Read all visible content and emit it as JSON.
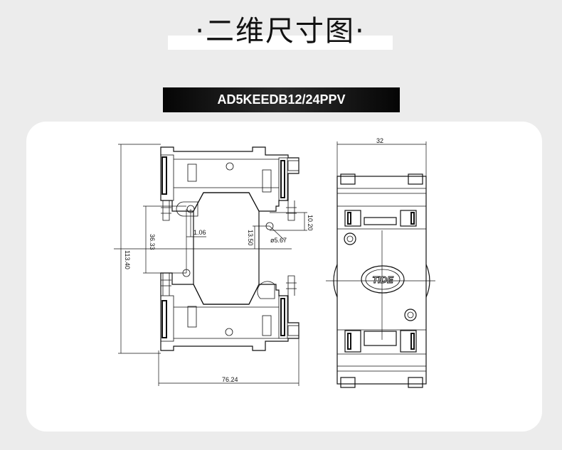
{
  "header": {
    "title": "·二维尺寸图·",
    "model": "AD5KEEDB12/24PPV"
  },
  "drawing": {
    "left_view": {
      "dims": {
        "height_total": "113.40",
        "inner": "36.33",
        "hole_offset": "1.06",
        "center_gap": "13.50",
        "hole_dia": "ø5.67",
        "right_small": "10.20",
        "width_total": "76.24"
      }
    },
    "right_view": {
      "dims": {
        "width": "32"
      },
      "logo_text": "TIDE"
    }
  }
}
